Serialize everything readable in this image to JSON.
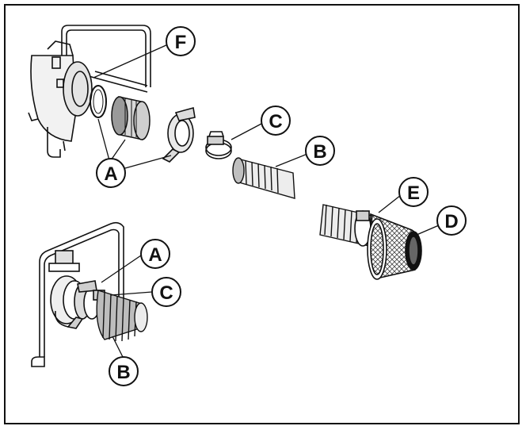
{
  "diagram": {
    "callouts": {
      "F": "F",
      "A_top": "A",
      "C_top": "C",
      "B_top": "B",
      "E": "E",
      "D": "D",
      "A_bottom": "A",
      "C_bottom": "C",
      "B_bottom": "B"
    },
    "colors": {
      "line": "#111111",
      "background": "#ffffff",
      "hose_shade": "#8a8a8a",
      "mesh": "#555555"
    }
  }
}
